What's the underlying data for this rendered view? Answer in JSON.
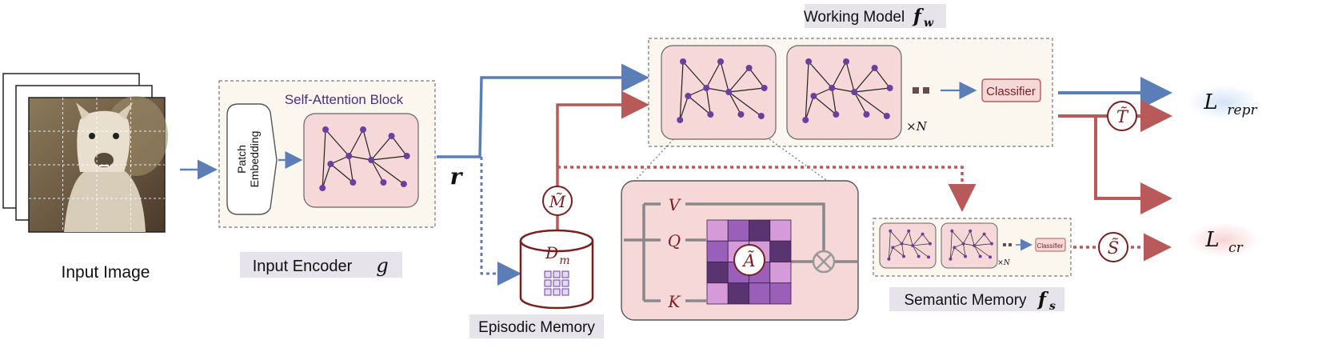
{
  "labels": {
    "input_image": "Input Image",
    "self_attention_block": "Self-Attention Block",
    "patch_embedding_line1": "Patch",
    "patch_embedding_line2": "Embedding",
    "input_encoder": "Input Encoder",
    "input_encoder_symbol": "g",
    "r_symbol": "r",
    "working_model": "Working Model",
    "working_model_symbol": "f",
    "working_model_sub": "w",
    "classifier": "Classifier",
    "times_n": "×N",
    "episodic_memory": "Episodic Memory",
    "memory_symbol": "D",
    "memory_sub": "m",
    "m_tilde": "M̃",
    "v_symbol": "V",
    "q_symbol": "Q",
    "k_symbol": "K",
    "a_tilde": "Ã",
    "semantic_memory": "Semantic Memory",
    "semantic_memory_symbol": "f",
    "semantic_memory_sub": "s",
    "semantic_classifier": "Classifier",
    "semantic_times_n": "×N",
    "t_tilde": "T̃",
    "s_tilde": "S̃",
    "loss_repr": "L",
    "loss_repr_sub": "repr",
    "loss_cr": "L",
    "loss_cr_sub": "cr"
  },
  "colors": {
    "blue": "#5b7db8",
    "red": "#b85a5a",
    "dark_red": "#7a1f1f",
    "pink_fill": "#f6d8d8",
    "cream_fill": "#fbf7ef",
    "label_bg": "#e6e4ea",
    "node_purple": "#6b3fa0",
    "grid_dark": "#5a3470",
    "grid_mid": "#9a5fb8",
    "grid_light": "#d49bd8"
  },
  "attention_grid": [
    [
      2,
      1,
      0,
      2
    ],
    [
      1,
      2,
      2,
      0
    ],
    [
      0,
      1,
      1,
      2
    ],
    [
      2,
      0,
      1,
      1
    ]
  ]
}
